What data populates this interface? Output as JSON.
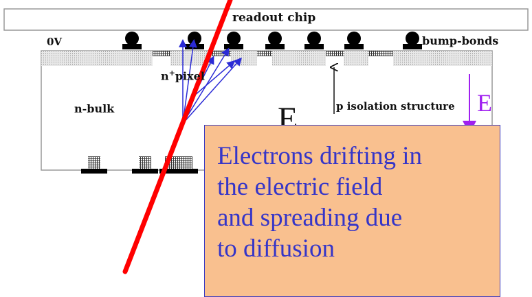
{
  "labels": {
    "readout_chip": "readout chip",
    "zero_volt": "0V",
    "bump_bonds": "bump-bonds",
    "n_pixel_prefix": "n",
    "n_pixel_sup": "+",
    "n_pixel_suffix": "pixel",
    "n_bulk": "n-bulk",
    "p_isolation": "p isolation structure",
    "field_center": "E",
    "field_arrow": "E"
  },
  "callout": {
    "lines": [
      "Electrons drifting in",
      "the electric field",
      "and spreading due",
      "to diffusion"
    ]
  },
  "colors": {
    "track": "#ff0000",
    "electron_arrows": "#2b2bd6",
    "field_arrow": "#a020f0",
    "callout_fill": "#f9c08f",
    "callout_text": "#3535c8"
  }
}
